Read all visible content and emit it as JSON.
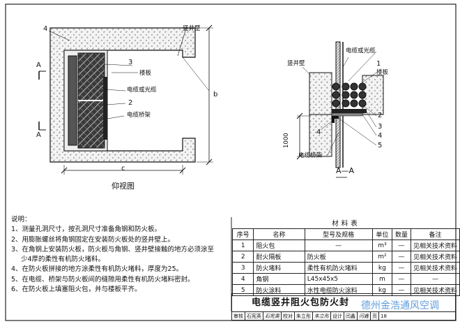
{
  "plan_view": {
    "title": "仰视图",
    "label_shaft_wall": "竖井壁",
    "label_floor": "楼板",
    "label_cable": "电缆或光缆",
    "label_tray": "电缆桥架",
    "marker_4": "4",
    "marker_3": "3",
    "marker_2": "2",
    "section_a_left": "A",
    "section_a_right": "A",
    "dim_b": "b",
    "dim_c": "c"
  },
  "section_view": {
    "title": "A—A",
    "label_shaft_wall": "竖井壁",
    "label_cable": "电缆或光缆",
    "label_floor": "楼板",
    "label_tray": "电缆桥架",
    "dim_1000": "1000",
    "marker_1": "1",
    "marker_2": "2",
    "marker_3": "3",
    "marker_4": "4",
    "marker_5": "5"
  },
  "notes": {
    "heading": "说明：",
    "items": [
      "1、测量孔洞尺寸，按孔洞尺寸准备角钢和防火板。",
      "2、用膨胀螺丝将角钢固定在安装防火板处的竖井壁上。",
      "3、在角钢上安装防火板，防火板与角钢、竖井壁接触的地方必须涂至",
      "   少4厚的柔性有机防火堵料。",
      "4、在防火板拼接的地方涂柔性有机防火堵料，厚度为25。",
      "5、在电缆、桥架与防火板间的缝隙用柔性有机防火堵料密封。",
      "6、在防火板上填塞阻火包，并与楼板平齐。"
    ]
  },
  "material_table": {
    "caption": "材料表",
    "headers": [
      "序号",
      "名称",
      "型号及规格",
      "单位",
      "数量",
      "备注"
    ],
    "rows": [
      [
        "1",
        "阻火包",
        "—",
        "m³",
        "—",
        "见相关技术资料"
      ],
      [
        "2",
        "耐火隔板",
        "防火板",
        "m²",
        "—",
        "见相关技术资料"
      ],
      [
        "3",
        "防火堵料",
        "柔性有机防火堵料",
        "kg",
        "—",
        "见相关技术资料"
      ],
      [
        "4",
        "角钢",
        "L45x45x5",
        "m",
        "—",
        "—"
      ],
      [
        "5",
        "防火涂料",
        "水性电缆防火涂料",
        "kg",
        "—",
        "见相关技术资料"
      ]
    ]
  },
  "title_block": {
    "drawing_title": "电缆竖井阻火包防火封",
    "cells": [
      "审核",
      "石宪英",
      "石宪英",
      "校对",
      "朱立彤",
      "朱立彤",
      "设计",
      "闫鑫",
      "闫鑫",
      "页",
      "18"
    ],
    "watermark": "德州金浩通风空调"
  }
}
